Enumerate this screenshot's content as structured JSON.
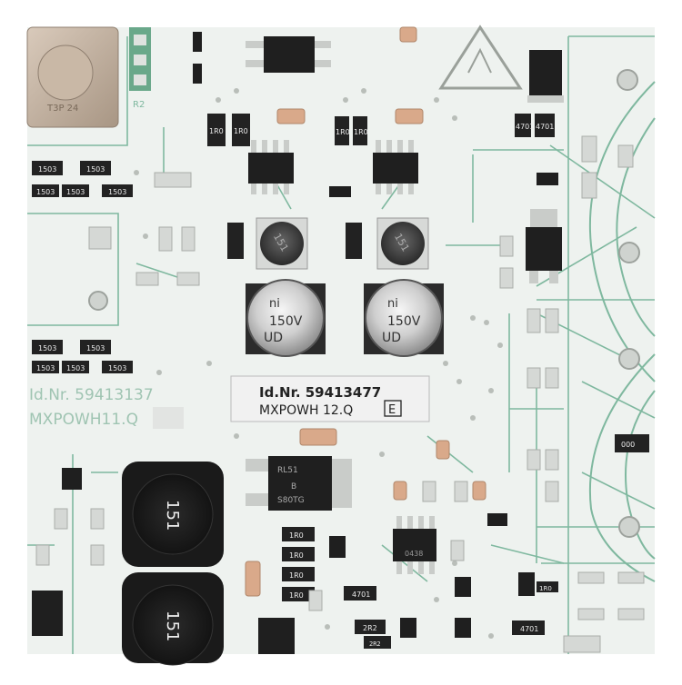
{
  "board": {
    "label_idnr": "Id.Nr. 59413477",
    "label_model": "MXPOWH 12.Q",
    "label_rev": "E",
    "silk_idnr": "Id.Nr. 59413137",
    "silk_model": "MXPOWH11.Q",
    "silk_ref_r2": "R2",
    "capacitor_text": [
      "ni",
      "150V",
      "UD"
    ],
    "inductor_text": "151",
    "small_inductor_text": "151",
    "mosfet_text": [
      "RL51",
      "B",
      "S80TG"
    ],
    "ic_text": "0438",
    "resistor_codes": [
      "1R0",
      "1R0",
      "1R0",
      "1R0",
      "1R0",
      "1R0",
      "1R0",
      "1R0"
    ],
    "smd_codes_left": [
      "1503",
      "1503",
      "1503",
      "1503",
      "1503",
      "1503",
      "1503",
      "1503",
      "1503",
      "1503"
    ],
    "smd_codes_misc": [
      "4701",
      "4701",
      "4701",
      "000",
      "2R2",
      "4701",
      "1R0"
    ],
    "pot_text": "T3P 24"
  },
  "colors": {
    "pcb": "#eef2ef",
    "trace": "#7fb89f",
    "copper_pad": "#c9ccc9",
    "chip": "#1f1f1f",
    "resistor": "#222222",
    "cap_body": "#d9a98a",
    "label_bg": "#f1f1f1"
  }
}
